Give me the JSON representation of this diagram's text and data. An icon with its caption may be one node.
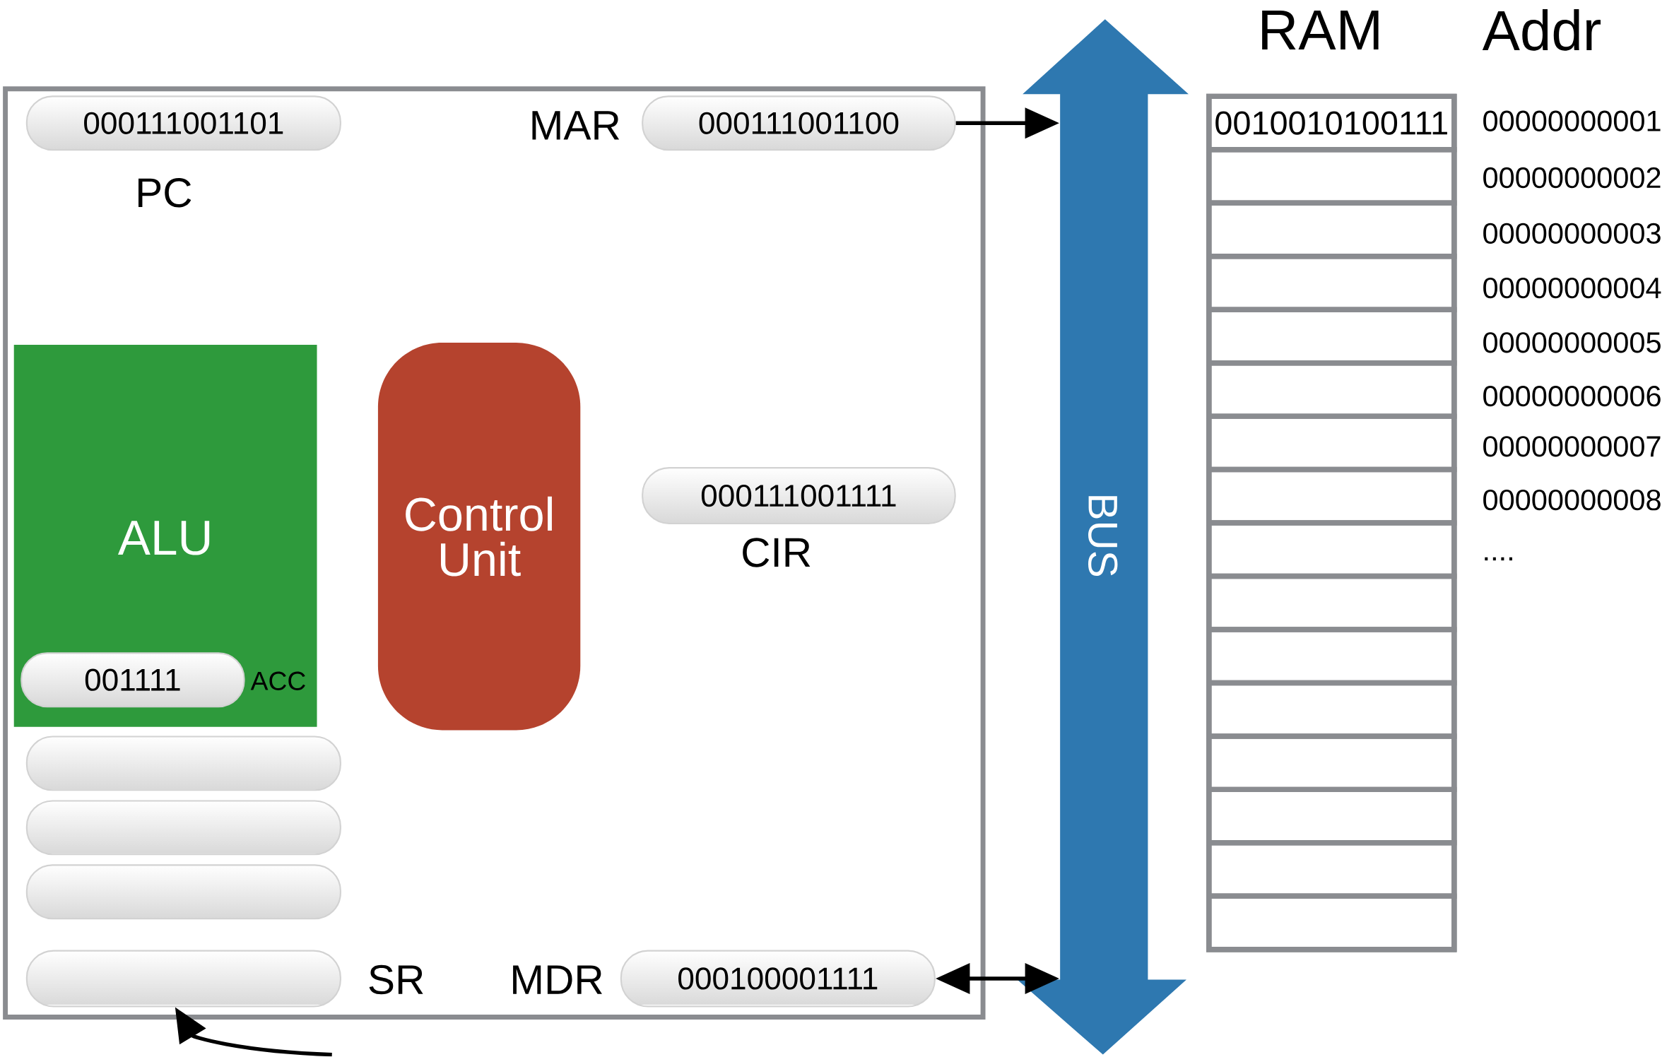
{
  "diagram": {
    "nodes": [
      {
        "text": [],
        "shape": "box"
      },
      {
        "text": [
          "000111001101"
        ],
        "beside": [
          "PC"
        ],
        "in": 0
      },
      {
        "text": [
          "000111001100"
        ],
        "beside": [
          "MAR"
        ],
        "in": 0
      },
      {
        "text": [
          "ALU"
        ],
        "in": 0
      },
      {
        "text": [
          "001111"
        ],
        "beside": [
          "ACC"
        ],
        "in": 3
      },
      {
        "text": [
          "Control Unit"
        ],
        "in": 0
      },
      {
        "text": [
          "000111001111"
        ],
        "beside": [
          "CIR"
        ],
        "in": 0
      },
      {
        "text": [],
        "shape": "bar",
        "in": 0
      },
      {
        "text": [],
        "shape": "bar",
        "in": 0
      },
      {
        "text": [],
        "shape": "bar",
        "in": 0
      },
      {
        "text": [],
        "shape": "bar",
        "beside": [
          "SR"
        ],
        "in": 0
      },
      {
        "text": [
          "000100001111"
        ],
        "beside": [
          "MDR"
        ],
        "in": 0
      },
      {
        "text": [
          "BUS"
        ]
      },
      {
        "text": [
          "RAM"
        ]
      },
      {
        "text": [
          "0010010100111"
        ],
        "in": 13
      },
      {
        "text": [],
        "shape": "box",
        "in": 13
      },
      {
        "text": [],
        "shape": "box",
        "in": 13
      },
      {
        "text": [],
        "shape": "box",
        "in": 13
      },
      {
        "text": [],
        "shape": "box",
        "in": 13
      },
      {
        "text": [],
        "shape": "box",
        "in": 13
      },
      {
        "text": [],
        "shape": "box",
        "in": 13
      },
      {
        "text": [],
        "shape": "box",
        "in": 13
      },
      {
        "text": [],
        "shape": "box",
        "in": 13
      },
      {
        "text": [],
        "shape": "box",
        "in": 13
      },
      {
        "text": [],
        "shape": "box",
        "in": 13
      },
      {
        "text": [],
        "shape": "box",
        "in": 13
      },
      {
        "text": [],
        "shape": "box",
        "in": 13
      },
      {
        "text": [],
        "shape": "box",
        "in": 13
      },
      {
        "text": [],
        "shape": "box",
        "in": 13
      },
      {
        "text": [],
        "shape": "box",
        "in": 13
      }
    ],
    "edges": [
      {
        "from": 2,
        "to": 12,
        "arrow": "to"
      },
      {
        "from": 11,
        "to": 12,
        "arrow": "both"
      },
      {
        "from": null,
        "to": 10,
        "arrow": "to"
      }
    ],
    "labels": [
      "Addr",
      "00000000001",
      "00000000002",
      "00000000003",
      "00000000004",
      "00000000005",
      "00000000006",
      "00000000007",
      "00000000008",
      "...."
    ]
  }
}
